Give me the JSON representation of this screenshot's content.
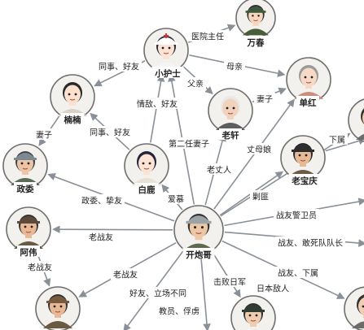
{
  "nodes": [
    {
      "id": "wanchun",
      "name": "万春",
      "palette": {
        "skin": "#f6d6bf",
        "hair": "#2f2f2f",
        "hat": "#3e5a3a",
        "shirt": "#4a5d3a"
      }
    },
    {
      "id": "xiaohushi",
      "name": "小护士",
      "palette": {
        "skin": "#fde3d3",
        "hair": "#2b2b3a",
        "hat": "#ffffff",
        "shirt": "#f4f4f4"
      }
    },
    {
      "id": "nannan",
      "name": "楠楠",
      "palette": {
        "skin": "#fde1cf",
        "hair": "#2a2a2a",
        "hat": "none",
        "shirt": "#d9d1c5"
      }
    },
    {
      "id": "shanhong",
      "name": "单红",
      "palette": {
        "skin": "#f8d9c6",
        "hair": "#9a9a9a",
        "hat": "none",
        "shirt": "#c98f7f"
      }
    },
    {
      "id": "laoxuan",
      "name": "老轩",
      "palette": {
        "skin": "#f2d2bc",
        "hair": "#e8e8e8",
        "hat": "none",
        "shirt": "#5e5e5e"
      }
    },
    {
      "id": "zhengwei",
      "name": "政委",
      "palette": {
        "skin": "#edc4a6",
        "hair": "#444444",
        "hat": "#7b8a92",
        "shirt": "#5b6b58"
      }
    },
    {
      "id": "bailu",
      "name": "白鹿",
      "palette": {
        "skin": "#fde3d3",
        "hair": "#23233a",
        "hat": "none",
        "shirt": "#e7e1d6"
      }
    },
    {
      "id": "laobaoqing",
      "name": "老宝庆",
      "palette": {
        "skin": "#e7b995",
        "hair": "#2a2a2a",
        "hat": "#2d2d2d",
        "shirt": "#6d5b45"
      }
    },
    {
      "id": "kaipaoge",
      "name": "开炮哥",
      "palette": {
        "skin": "#efc6a4",
        "hair": "#333333",
        "hat": "#9aa3a6",
        "shirt": "#5d6a4c"
      }
    },
    {
      "id": "awei",
      "name": "阿伟",
      "palette": {
        "skin": "#e8b994",
        "hair": "#333333",
        "hat": "#5c4a3a",
        "shirt": "#6a5a42"
      }
    },
    {
      "id": "bottom1",
      "name": "",
      "palette": {
        "skin": "#e8b994",
        "hair": "#333333",
        "hat": "#7a5a3e",
        "shirt": "#6a5a42"
      }
    },
    {
      "id": "bottom2",
      "name": "",
      "palette": {
        "skin": "#f0ccb0",
        "hair": "#333333",
        "hat": "#2f3d34",
        "shirt": "#3a4a3a"
      }
    },
    {
      "id": "right1",
      "name": "",
      "palette": {
        "skin": "#f0ccb0",
        "hair": "#333333",
        "hat": "none",
        "shirt": "#6b6b6b"
      }
    },
    {
      "id": "right2",
      "name": "",
      "palette": {
        "skin": "#f0ccb0",
        "hair": "#333333",
        "hat": "none",
        "shirt": "#6b6b6b"
      }
    }
  ],
  "edges": [
    {
      "from": "xiaohushi",
      "to": "wanchun",
      "label": "医院主任"
    },
    {
      "from": "xiaohushi",
      "to": "nannan",
      "label": "同事、好友"
    },
    {
      "from": "xiaohushi",
      "to": "shanhong",
      "label": "母亲"
    },
    {
      "from": "xiaohushi",
      "to": "laoxuan",
      "label": "父亲"
    },
    {
      "from": "laoxuan",
      "to": "shanhong",
      "label": "妻子"
    },
    {
      "from": "bailu",
      "to": "xiaohushi",
      "label": "情敌、好友"
    },
    {
      "from": "bailu",
      "to": "nannan",
      "label": "同事、好友"
    },
    {
      "from": "nannan",
      "to": "zhengwei",
      "label": "妻子"
    },
    {
      "from": "laobaoqing",
      "to": "right_edge1",
      "label": "下属"
    },
    {
      "from": "kaipaoge",
      "to": "xiaohushi",
      "label": "第二任妻子"
    },
    {
      "from": "kaipaoge",
      "to": "laoxuan",
      "label": "老丈人"
    },
    {
      "from": "kaipaoge",
      "to": "shanhong",
      "label": "丈母娘"
    },
    {
      "from": "kaipaoge",
      "to": "laobaoqing",
      "label": "剿匪"
    },
    {
      "from": "kaipaoge",
      "to": "bailu",
      "label": "爱慕"
    },
    {
      "from": "kaipaoge",
      "to": "zhengwei",
      "label": "政委、挚友"
    },
    {
      "from": "kaipaoge",
      "to": "awei",
      "label": "老战友"
    },
    {
      "from": "kaipaoge",
      "to": "right_edge2",
      "label": "战友警卫员"
    },
    {
      "from": "kaipaoge",
      "to": "right_edge3",
      "label": "战友、敢死队队长"
    },
    {
      "from": "kaipaoge",
      "to": "right1",
      "label": "战友、下属"
    },
    {
      "from": "kaipaoge",
      "to": "right2",
      "label": "日本敌人"
    },
    {
      "from": "kaipaoge",
      "to": "bottom2",
      "label": "击败日军"
    },
    {
      "from": "kaipaoge",
      "to": "bottom_edge1",
      "label": "教员、俘虏"
    },
    {
      "from": "kaipaoge",
      "to": "bottom_edge2",
      "label": "好友、立场不同"
    },
    {
      "from": "kaipaoge",
      "to": "bottom1",
      "label": "老战友"
    },
    {
      "from": "awei",
      "to": "bottom1",
      "label": "老战友"
    }
  ]
}
